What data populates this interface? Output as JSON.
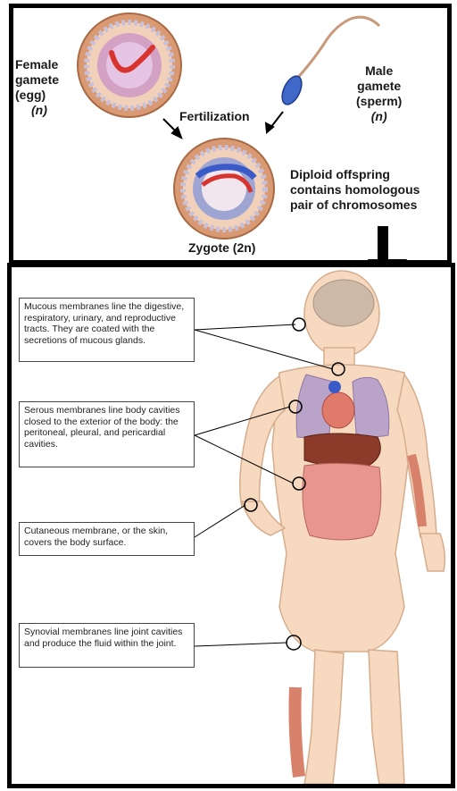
{
  "top": {
    "female_label": [
      "Female",
      "gamete",
      "(egg)",
      "(n)"
    ],
    "male_label": [
      "Male",
      "gamete",
      "(sperm)",
      "(n)"
    ],
    "fertilization": "Fertilization",
    "diploid_label": [
      "Diploid offspring",
      "contains homologous",
      "pair of chromosomes"
    ],
    "zygote_label": "Zygote (2n)"
  },
  "callouts": {
    "mucous": "Mucous membranes line the digestive, respiratory, urinary, and reproductive tracts. They are coated with the secretions of mucous glands.",
    "serous": "Serous membranes line body cavities closed to the exterior of the body: the peritoneal, pleural, and pericardial cavities.",
    "cutaneous": "Cutaneous membrane, or the skin, covers the body surface.",
    "synovial": "Synovial membranes line joint cavities and produce the fluid within the joint."
  },
  "colors": {
    "skin": "#f6d9bf",
    "outline": "#000000",
    "chromosome": "#d8342f",
    "nucleus_blue": "#3a5bc7"
  }
}
